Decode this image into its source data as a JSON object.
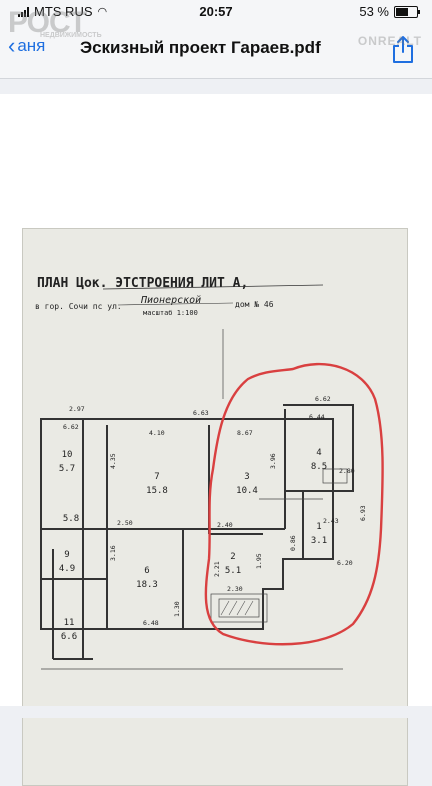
{
  "status": {
    "carrier": "MTS RUS",
    "time": "20:57",
    "battery": "53 %",
    "battery_level": 0.53
  },
  "nav": {
    "back_label": "аня",
    "title": "Эскизный проект Гараев.pdf"
  },
  "watermark": {
    "brand": "РОСТ",
    "sub": "НЕДВИЖИМОСТЬ",
    "right": "ONREALT"
  },
  "plan": {
    "title": "ПЛАН Цок. ЭТСТРОЕНИЯ ЛИТ  А,",
    "city_line": "в гор. Сочи пс ул.",
    "street": "Пионерской",
    "house_label": "дом № 46",
    "scale": "масштаб 1:100",
    "rooms": [
      {
        "num": "10",
        "area": "5.7"
      },
      {
        "num": "7",
        "area": "15.8"
      },
      {
        "num": "3",
        "area": "10.4"
      },
      {
        "num": "4",
        "area": "8.5"
      },
      {
        "num": "",
        "area": "5.8"
      },
      {
        "num": "6",
        "area": "18.3"
      },
      {
        "num": "2",
        "area": "5.1"
      },
      {
        "num": "1",
        "area": "3.1"
      },
      {
        "num": "9",
        "area": "4.9"
      },
      {
        "num": "11",
        "area": "6.6"
      }
    ],
    "dims": [
      "2.97",
      "6.62",
      "6.63",
      "8.67",
      "6.62",
      "6.44",
      "4.10",
      "4.35",
      "3.96",
      "2.50",
      "2.80",
      "2.40",
      "6.93",
      "0.86",
      "2.43",
      "6.20",
      "1.95",
      "2.30",
      "6.48",
      "2.21",
      "3.16",
      "1.30"
    ]
  }
}
